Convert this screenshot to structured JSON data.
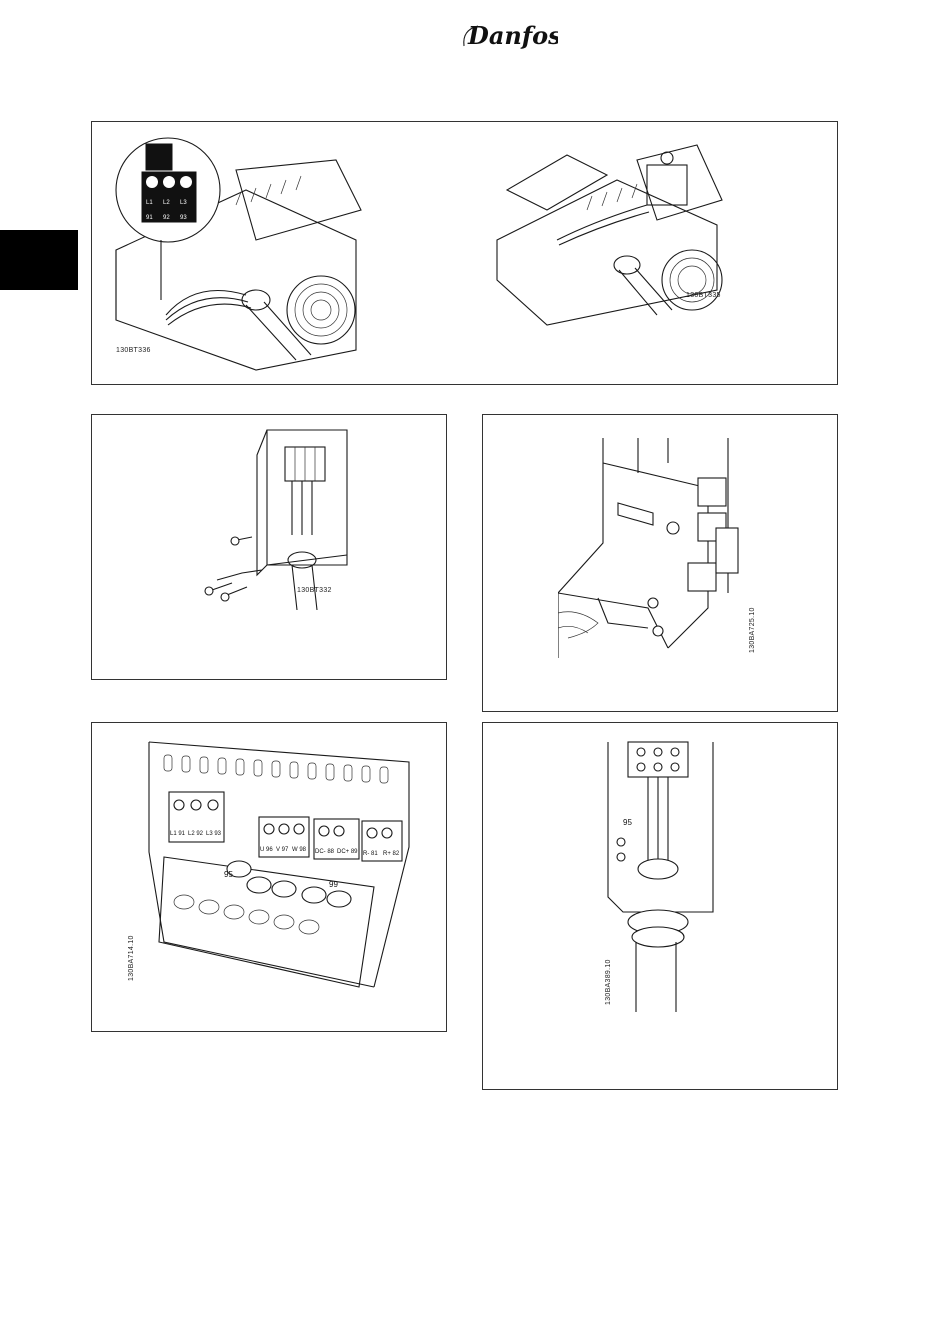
{
  "header": {
    "logo_text": "Danfoss",
    "logo_color": "#111111"
  },
  "figures": {
    "top_left_code": "130BT336",
    "top_left_terminals": [
      "L1",
      "L2",
      "L3",
      "91",
      "92",
      "93"
    ],
    "top_right_code": "130BT335",
    "mid_left_code": "130BT332",
    "mid_right_code": "130BA725.10",
    "bottom_left_code": "130BA714.10",
    "bottom_left_labels": [
      "95",
      "99"
    ],
    "bottom_left_terminals": [
      "L1 91",
      "L2 92",
      "L3 93",
      "U 96",
      "V 97",
      "W 98",
      "DC- 88",
      "DC+ 89",
      "R- 81",
      "R+ 82"
    ],
    "bottom_right_code": "130BA389.10",
    "bottom_right_label": "95"
  },
  "side_tab_color": "#000000"
}
